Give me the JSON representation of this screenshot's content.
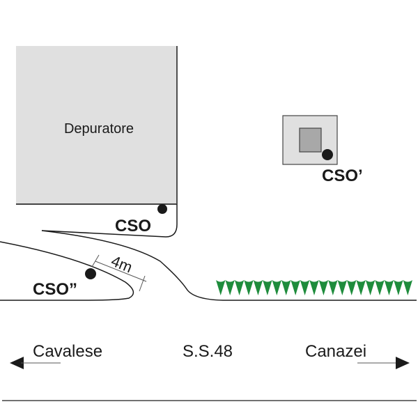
{
  "labels": {
    "depuratore": "Depuratore",
    "cso": "CSO",
    "cso_prime": "CSO’",
    "cso_double_prime": "CSO”",
    "distance": "4m",
    "cavalese": "Cavalese",
    "road": "S.S.48",
    "canazei": "Canazei"
  },
  "colors": {
    "building_fill": "#e0e0e0",
    "inner_box_fill": "#a8a8a8",
    "line": "#1a1a1a",
    "trees": "#1e8c3c"
  },
  "trees": {
    "count": 21
  }
}
